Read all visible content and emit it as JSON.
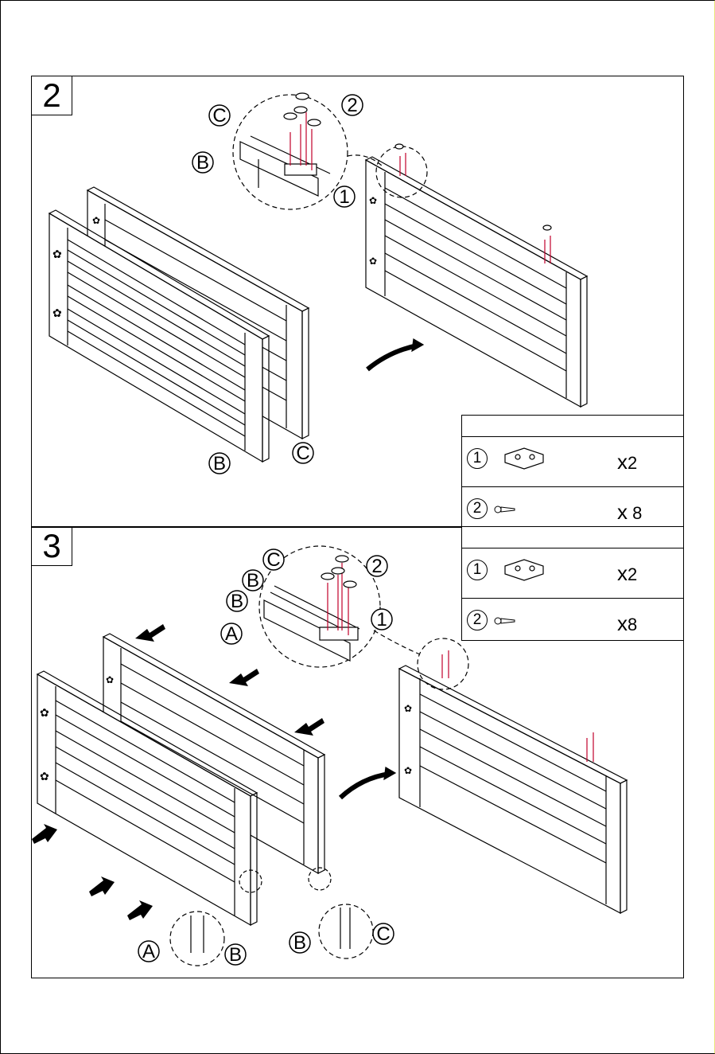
{
  "steps": [
    {
      "number": "2",
      "callouts": {
        "detail_C": "C",
        "detail_B": "B",
        "detail_2": "2",
        "detail_1": "1",
        "frame_B": "B",
        "frame_C": "C"
      },
      "parts": [
        {
          "num": "1",
          "icon": "bracket-icon",
          "qty": "2",
          "x": "x"
        },
        {
          "num": "2",
          "icon": "screw-icon",
          "qty": "8",
          "x": "x"
        }
      ]
    },
    {
      "number": "3",
      "callouts": {
        "detail_C": "C",
        "detail_B1": "B",
        "detail_B2": "B",
        "detail_A": "A",
        "detail_2": "2",
        "detail_1": "1",
        "corner1_A": "A",
        "corner1_B": "B",
        "corner2_B": "B",
        "corner2_C": "C"
      },
      "parts": [
        {
          "num": "1",
          "icon": "bracket-icon",
          "qty": "2",
          "x": "x"
        },
        {
          "num": "2",
          "icon": "screw-icon",
          "qty": "8",
          "x": "x"
        }
      ]
    }
  ]
}
